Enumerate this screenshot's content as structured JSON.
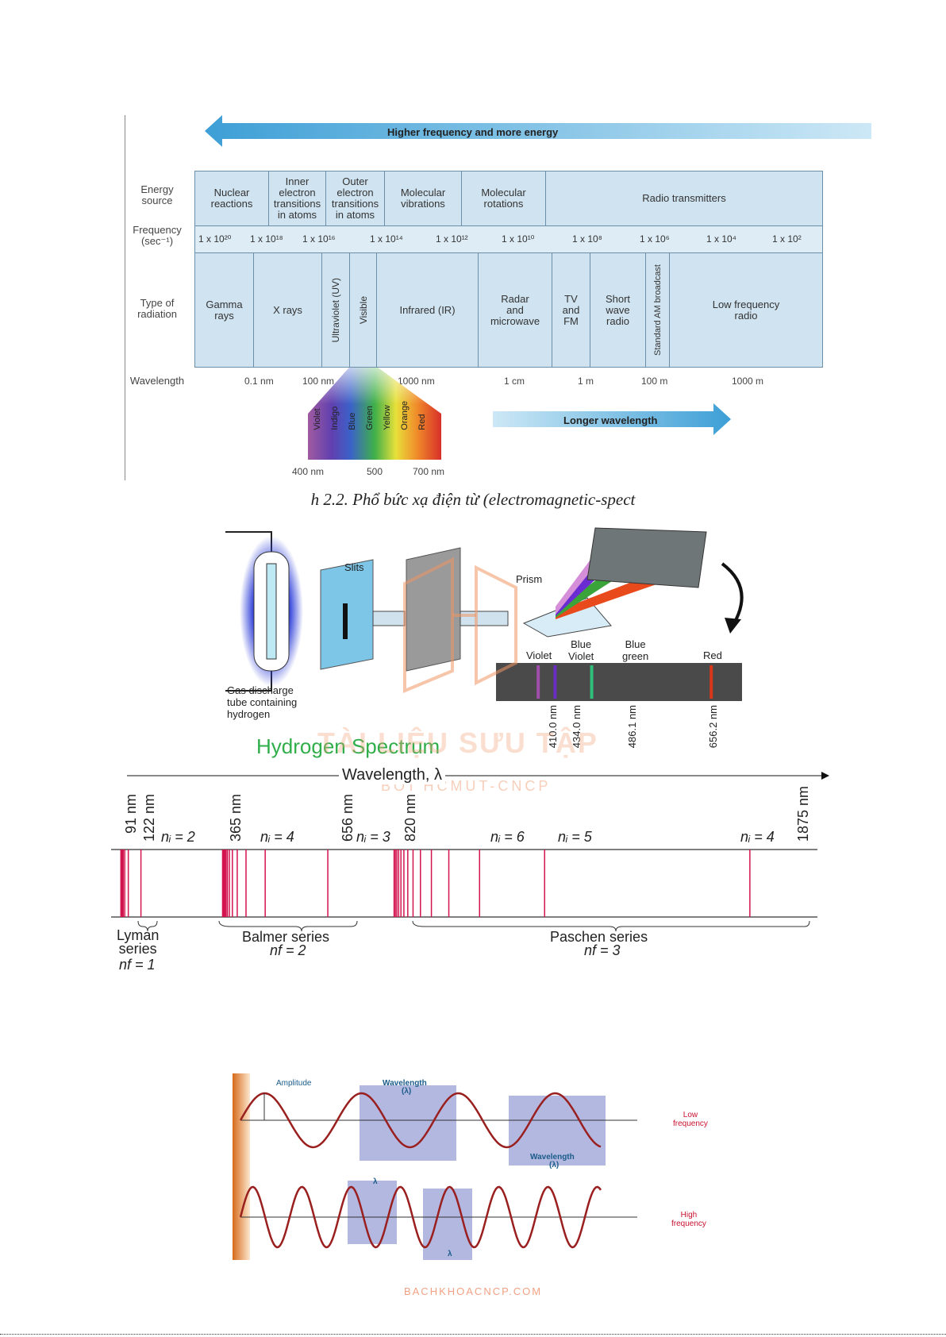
{
  "em_spectrum": {
    "top_arrow": "Higher frequency and more energy",
    "bottom_arrow": "Longer wavelength",
    "row_labels": {
      "energy": "Energy\nsource",
      "frequency": "Frequency\n(sec⁻¹)",
      "type": "Type of\nradiation",
      "wavelength": "Wavelength"
    },
    "energy_sources": [
      "Nuclear\nreactions",
      "Inner\nelectron\ntransitions\nin atoms",
      "Outer\nelectron\ntransitions\nin atoms",
      "Molecular\nvibrations",
      "Molecular\nrotations",
      "Radio transmitters"
    ],
    "frequencies": [
      "1 x 10²⁰",
      "1 x 10¹⁸",
      "1 x 10¹⁶",
      "1 x 10¹⁴",
      "1 x 10¹²",
      "1 x 10¹⁰",
      "1 x 10⁸",
      "1 x 10⁶",
      "1 x 10⁴",
      "1 x 10²"
    ],
    "radiation_types": [
      "Gamma\nrays",
      "X rays",
      "Ultraviolet (UV)",
      "Visible",
      "Infrared (IR)",
      "Radar\nand\nmicrowave",
      "TV\nand\nFM",
      "Short\nwave\nradio",
      "Standard AM broadcast",
      "Low frequency\nradio"
    ],
    "wavelengths": [
      "0.1 nm",
      "100 nm",
      "1000 nm",
      "1 cm",
      "1 m",
      "100 m",
      "1000 m"
    ],
    "visible_colors": [
      "Violet",
      "Indigo",
      "Blue",
      "Green",
      "Yellow",
      "Orange",
      "Red"
    ],
    "visible_scale": [
      "400 nm",
      "500",
      "700 nm"
    ]
  },
  "caption": "h 2.2. Phổ bức xạ điện từ (electromagnetic-spect",
  "hydrogen": {
    "tube_label": "Gas discharge\ntube containing\nhydrogen",
    "slits": "Slits",
    "prism": "Prism",
    "title": "Hydrogen Spectrum",
    "line_labels": [
      "Violet",
      "Blue\nViolet",
      "Blue\ngreen",
      "Red"
    ],
    "line_values": [
      "410.0 nm",
      "434.0 nm",
      "486.1 nm",
      "656.2 nm"
    ],
    "line_colors": [
      "#a04dab",
      "#6a2dc4",
      "#2fbf7a",
      "#d9361a"
    ]
  },
  "series": {
    "axis_label": "Wavelength, λ",
    "wavelength_marks": [
      "91 nm",
      "122 nm",
      "365 nm",
      "656 nm",
      "820 nm",
      "1875 nm"
    ],
    "ni_labels": [
      "nᵢ = 2",
      "nᵢ = 4",
      "nᵢ = 3",
      "nᵢ = 6",
      "nᵢ = 5",
      "nᵢ = 4"
    ],
    "lyman": {
      "name": "Lyman\nseries",
      "nf": "nf = 1"
    },
    "balmer": {
      "name": "Balmer series",
      "nf": "nf = 2"
    },
    "paschen": {
      "name": "Paschen series",
      "nf": "nf = 3"
    }
  },
  "waves": {
    "amplitude": "Amplitude",
    "wavelength": "Wavelength",
    "lambda": "(λ)",
    "lambda_short": "λ",
    "low": "Low\nfrequency",
    "high": "High\nfrequency"
  },
  "watermark": {
    "main": "TÀI LIỆU SƯU TẬP",
    "sub": "BỞI HCMUT-CNCP",
    "site_arc": "BACHKHOACNCP.COM"
  },
  "footer": "BACHKHOACNCP.COM"
}
